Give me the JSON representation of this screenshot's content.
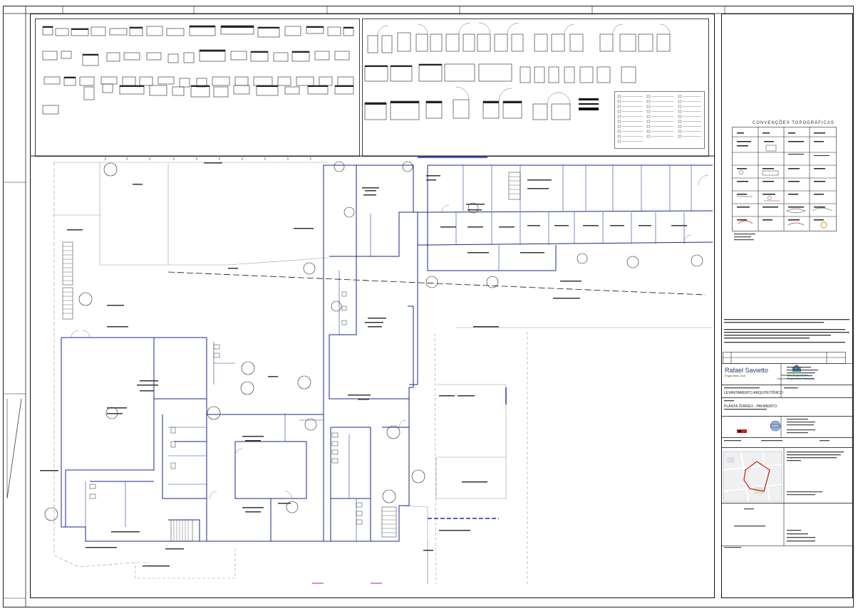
{
  "titleblock": {
    "legend_title": "CONVENÇÕES TOPOGRÁFICAS",
    "drafter_name": "Rafael Savietto",
    "drafter_role": "Engenheiro Civil",
    "company_name": "Savietto Engenharia",
    "company_sub": "Soluções Engenharia e Topografia",
    "sheet_title": "LEVANTAMENTO ARQUITETÔNICO",
    "sheet_subtitle": "PLANTA TÉRREO - PAVIMENTO"
  },
  "colors": {
    "ink": "#111111",
    "wall": "#1a2a8a",
    "site": "#9a9a9a",
    "red_boundary": "#d22222",
    "green_marks": "#4aaa3a"
  }
}
